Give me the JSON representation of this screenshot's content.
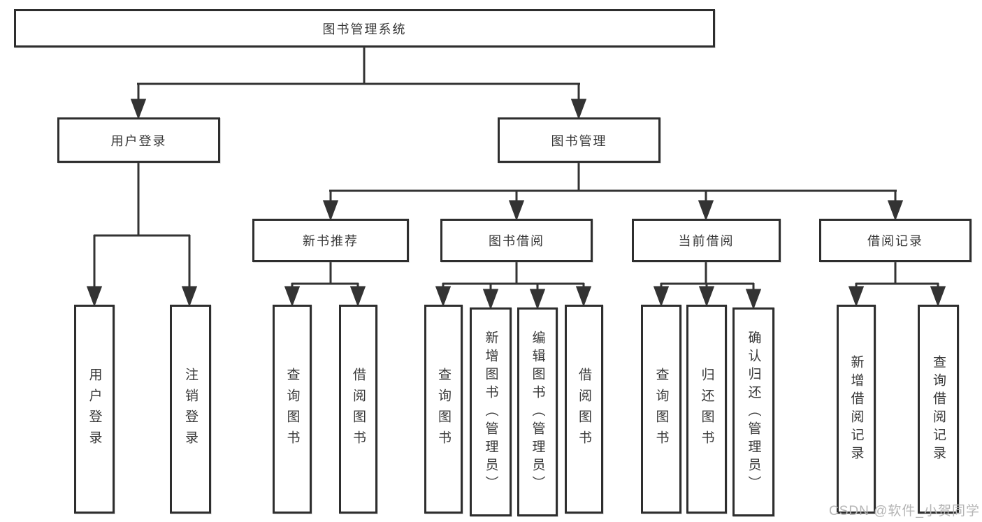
{
  "tree": {
    "root": {
      "label": "图书管理系统"
    },
    "branches": [
      {
        "label": "用户登录",
        "children": [
          {
            "label": "用户登录"
          },
          {
            "label": "注销登录"
          }
        ]
      },
      {
        "label": "图书管理",
        "children": [
          {
            "label": "新书推荐",
            "children": [
              {
                "label": "查询图书"
              },
              {
                "label": "借阅图书"
              }
            ]
          },
          {
            "label": "图书借阅",
            "children": [
              {
                "label": "查询图书"
              },
              {
                "label": "新增图书（管理员）"
              },
              {
                "label": "编辑图书（管理员）"
              },
              {
                "label": "借阅图书"
              }
            ]
          },
          {
            "label": "当前借阅",
            "children": [
              {
                "label": "查询图书"
              },
              {
                "label": "归还图书"
              },
              {
                "label": "确认归还（管理员）"
              }
            ]
          },
          {
            "label": "借阅记录",
            "children": [
              {
                "label": "新增借阅记录"
              },
              {
                "label": "查询借阅记录"
              }
            ]
          }
        ]
      }
    ]
  },
  "watermark": {
    "text": "CSDN @软件_小贺同学"
  },
  "colors": {
    "line": "#333333",
    "box_border": "#2e2e2e",
    "text": "#383838",
    "watermark": "#b5b5b5",
    "background": "#ffffff"
  }
}
